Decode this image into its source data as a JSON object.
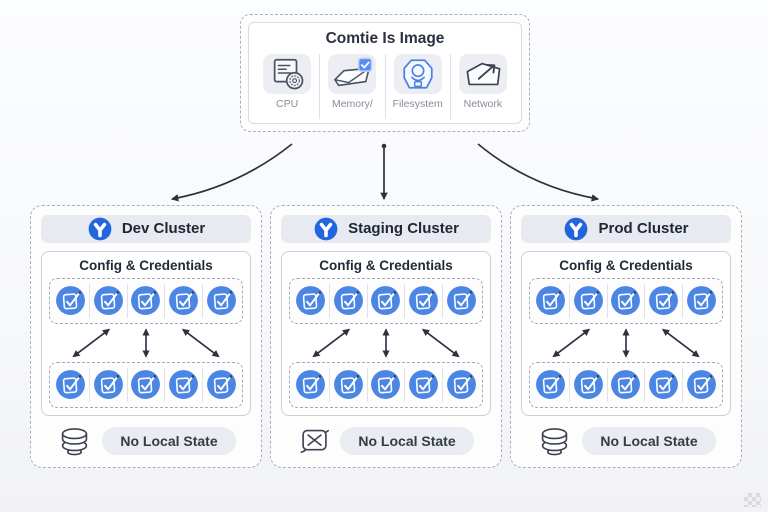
{
  "colors": {
    "chip-blue": "#4c86e4",
    "cluster-blue": "#2166dc",
    "arrow": "#2c3340",
    "badge-blue": "#5b8df0",
    "outline-dark": "#3c4350",
    "fs-blue": "#4b7fe0"
  },
  "image_box": {
    "title": "Comtie Is Image",
    "components": [
      {
        "label": "CPU",
        "icon": "cpu-icon"
      },
      {
        "label": "Memory/",
        "icon": "memory-icon"
      },
      {
        "label": "Filesystem",
        "icon": "filesystem-icon"
      },
      {
        "label": "Network",
        "icon": "network-icon"
      }
    ]
  },
  "clusters": [
    {
      "name": "Dev Cluster",
      "section_title": "Config & Credentials",
      "state_label": "No Local State",
      "state_icon": "database-icon",
      "config_items_row1": 5,
      "config_items_row2": 5
    },
    {
      "name": "Staging Cluster",
      "section_title": "Config & Credentials",
      "state_label": "No Local State",
      "state_icon": "no-mailbox-icon",
      "config_items_row1": 5,
      "config_items_row2": 5
    },
    {
      "name": "Prod Cluster",
      "section_title": "Config & Credentials",
      "state_label": "No Local State",
      "state_icon": "database-icon",
      "config_items_row1": 5,
      "config_items_row2": 5
    }
  ]
}
